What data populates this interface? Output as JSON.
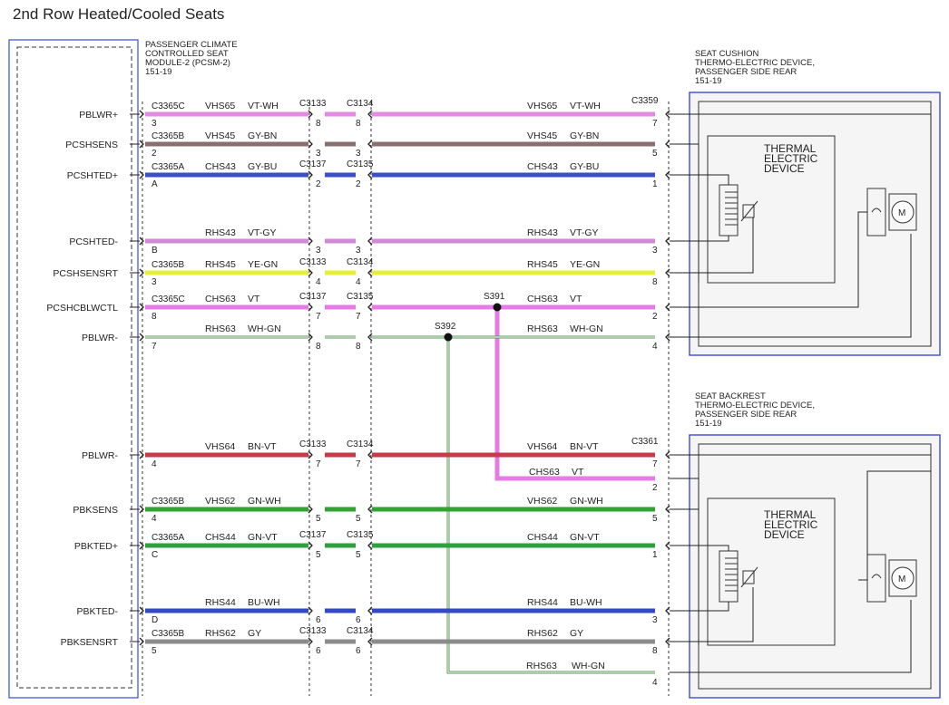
{
  "title": "2nd Row Heated/Cooled Seats",
  "module": {
    "lines": [
      "PASSENGER CLIMATE",
      "CONTROLLED SEAT",
      "MODULE-2 (PCSM-2)",
      "151-19"
    ]
  },
  "cushion": {
    "lines": [
      "SEAT CUSHION",
      "THERMO-ELECTRIC DEVICE,",
      "PASSENGER SIDE REAR",
      "151-19"
    ],
    "thermal": [
      "THERMAL",
      "ELECTRIC",
      "DEVICE"
    ],
    "connector": "C3359"
  },
  "backrest": {
    "lines": [
      "SEAT BACKREST",
      "THERMO-ELECTRIC DEVICE,",
      "PASSENGER SIDE REAR",
      "151-19"
    ],
    "thermal": [
      "THERMAL",
      "ELECTRIC",
      "DEVICE"
    ],
    "connector": "C3361"
  },
  "motor_label": "M",
  "splices": [
    {
      "id": "S391"
    },
    {
      "id": "S392"
    }
  ],
  "colors": {
    "VT-WH": "#e58be5",
    "GY-BN": "#8a6f6f",
    "GY-BU": "#3a4fc8",
    "VT-GY": "#d089d6",
    "YE-GN": "#e4ef35",
    "VT": "#e57ce5",
    "WH-GN": "#5a9a5a",
    "BN-VT": "#c83a48",
    "GN-WH": "#35a135",
    "GN-VT": "#2f9f3f",
    "BU-WH": "#3349c4",
    "GY": "#8c8c8c",
    "frame": "#3b4bd6"
  },
  "wires": [
    {
      "signal": "PBLWR+",
      "left_conn": "C3365C",
      "left_pin": "3",
      "circuit": "VHS65",
      "color": "VT-WH",
      "mid1": "C3133",
      "mid1_pin": "8",
      "mid2": "C3134",
      "mid2_pin": "8",
      "right_circuit": "VHS65",
      "right_color": "VT-WH",
      "right_pin": "7"
    },
    {
      "signal": "PCSHSENS",
      "left_conn": "C3365B",
      "left_pin": "2",
      "circuit": "VHS45",
      "color": "GY-BN",
      "mid1": "",
      "mid1_pin": "3",
      "mid2": "",
      "mid2_pin": "3",
      "right_circuit": "VHS45",
      "right_color": "GY-BN",
      "right_pin": "5"
    },
    {
      "signal": "PCSHTED+",
      "left_conn": "C3365A",
      "left_pin": "A",
      "circuit": "CHS43",
      "color": "GY-BU",
      "mid1": "C3137",
      "mid1_pin": "2",
      "mid2": "C3135",
      "mid2_pin": "2",
      "right_circuit": "CHS43",
      "right_color": "GY-BU",
      "right_pin": "1"
    },
    {
      "signal": "PCSHTED-",
      "left_conn": "",
      "left_pin": "B",
      "circuit": "RHS43",
      "color": "VT-GY",
      "mid1": "",
      "mid1_pin": "3",
      "mid2": "",
      "mid2_pin": "3",
      "right_circuit": "RHS43",
      "right_color": "VT-GY",
      "right_pin": "3"
    },
    {
      "signal": "PCSHSENSRT",
      "left_conn": "C3365B",
      "left_pin": "3",
      "circuit": "RHS45",
      "color": "YE-GN",
      "mid1": "C3133",
      "mid1_pin": "4",
      "mid2": "C3134",
      "mid2_pin": "4",
      "right_circuit": "RHS45",
      "right_color": "YE-GN",
      "right_pin": "8"
    },
    {
      "signal": "PCSHCBLWCTL",
      "left_conn": "C3365C",
      "left_pin": "8",
      "circuit": "CHS63",
      "color": "VT",
      "mid1": "C3137",
      "mid1_pin": "7",
      "mid2": "C3135",
      "mid2_pin": "7",
      "right_circuit": "CHS63",
      "right_color": "VT",
      "right_pin": "2"
    },
    {
      "signal": "PBLWR-",
      "left_conn": "",
      "left_pin": "7",
      "circuit": "RHS63",
      "color": "WH-GN",
      "mid1": "",
      "mid1_pin": "8",
      "mid2": "",
      "mid2_pin": "8",
      "right_circuit": "RHS63",
      "right_color": "WH-GN",
      "right_pin": "4"
    },
    {
      "signal": "PBLWR-",
      "left_conn": "",
      "left_pin": "4",
      "circuit": "VHS64",
      "color": "BN-VT",
      "mid1": "C3133",
      "mid1_pin": "7",
      "mid2": "C3134",
      "mid2_pin": "7",
      "right_circuit": "VHS64",
      "right_color": "BN-VT",
      "right_pin": "7"
    },
    {
      "signal": "PBKSENS",
      "left_conn": "C3365B",
      "left_pin": "4",
      "circuit": "VHS62",
      "color": "GN-WH",
      "mid1": "",
      "mid1_pin": "5",
      "mid2": "",
      "mid2_pin": "5",
      "right_circuit": "VHS62",
      "right_color": "GN-WH",
      "right_pin": "5"
    },
    {
      "signal": "PBKTED+",
      "left_conn": "C3365A",
      "left_pin": "C",
      "circuit": "CHS44",
      "color": "GN-VT",
      "mid1": "C3137",
      "mid1_pin": "5",
      "mid2": "C3135",
      "mid2_pin": "5",
      "right_circuit": "CHS44",
      "right_color": "GN-VT",
      "right_pin": "1"
    },
    {
      "signal": "PBKTED-",
      "left_conn": "",
      "left_pin": "D",
      "circuit": "RHS44",
      "color": "BU-WH",
      "mid1": "",
      "mid1_pin": "6",
      "mid2": "",
      "mid2_pin": "6",
      "right_circuit": "RHS44",
      "right_color": "BU-WH",
      "right_pin": "3"
    },
    {
      "signal": "PBKSENSRT",
      "left_conn": "C3365B",
      "left_pin": "5",
      "circuit": "RHS62",
      "color": "GY",
      "mid1": "C3133",
      "mid1_pin": "6",
      "mid2": "C3134",
      "mid2_pin": "6",
      "right_circuit": "RHS62",
      "right_color": "GY",
      "right_pin": "8"
    }
  ],
  "branches": [
    {
      "circuit": "CHS63",
      "color": "VT",
      "pin": "2"
    },
    {
      "circuit": "RHS63",
      "color": "WH-GN",
      "pin": "4"
    }
  ]
}
